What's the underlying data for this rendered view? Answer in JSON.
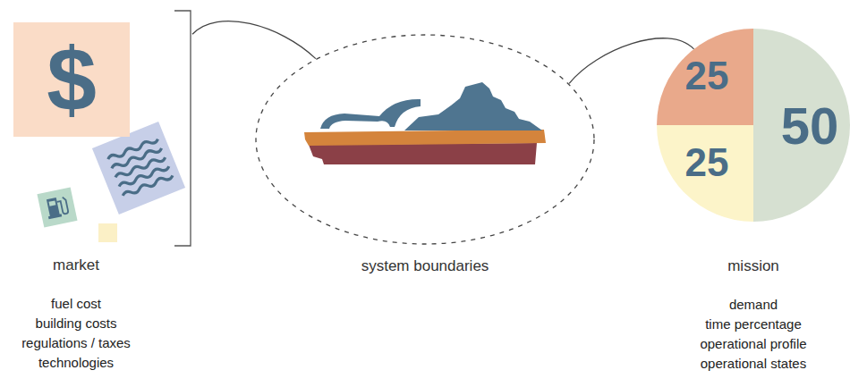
{
  "diagram": {
    "nodes": [
      {
        "text": [
          "market",
          "fuel cost",
          "building costs",
          "regulations / taxes",
          "technologies"
        ]
      },
      {
        "text": [
          "$"
        ],
        "in": 0
      },
      {
        "text": [
          "system boundaries"
        ]
      },
      {
        "text": [
          "mission",
          "demand",
          "time percentage",
          "operational profile",
          "operational states"
        ]
      },
      {
        "text": [
          "25"
        ],
        "in": 3
      },
      {
        "text": [
          "50"
        ],
        "in": 3
      },
      {
        "text": [
          "25"
        ],
        "in": 3
      }
    ],
    "edges": [
      {
        "from": 0,
        "to": 2,
        "arrow": "none"
      },
      {
        "from": 2,
        "to": 3,
        "arrow": "none"
      }
    ]
  }
}
